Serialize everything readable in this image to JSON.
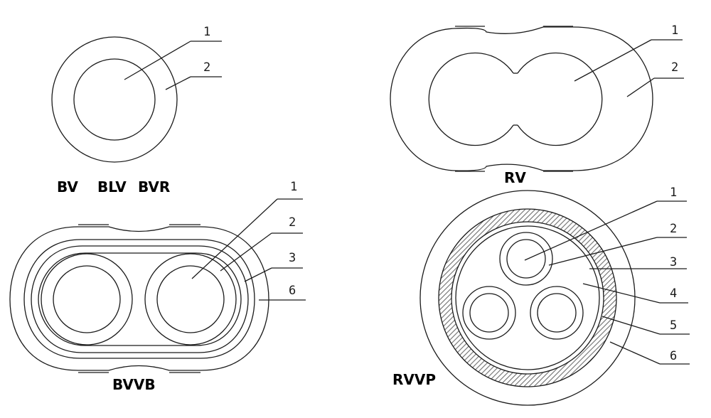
{
  "colors": {
    "line": "#1a1a1a",
    "text": "#000000",
    "shield": "#777777",
    "background": "#ffffff"
  },
  "captions": {
    "bv": "BV",
    "blv": "BLV",
    "bvr": "BVR",
    "rv": "RV",
    "bvvb": "BVVB",
    "rvvp": "RVVP"
  },
  "labels": {
    "bv": [
      "1",
      "2"
    ],
    "rv": [
      "1",
      "2"
    ],
    "bvvb": [
      "1",
      "2",
      "3",
      "6"
    ],
    "rvvp": [
      "1",
      "2",
      "3",
      "4",
      "5",
      "6"
    ]
  }
}
